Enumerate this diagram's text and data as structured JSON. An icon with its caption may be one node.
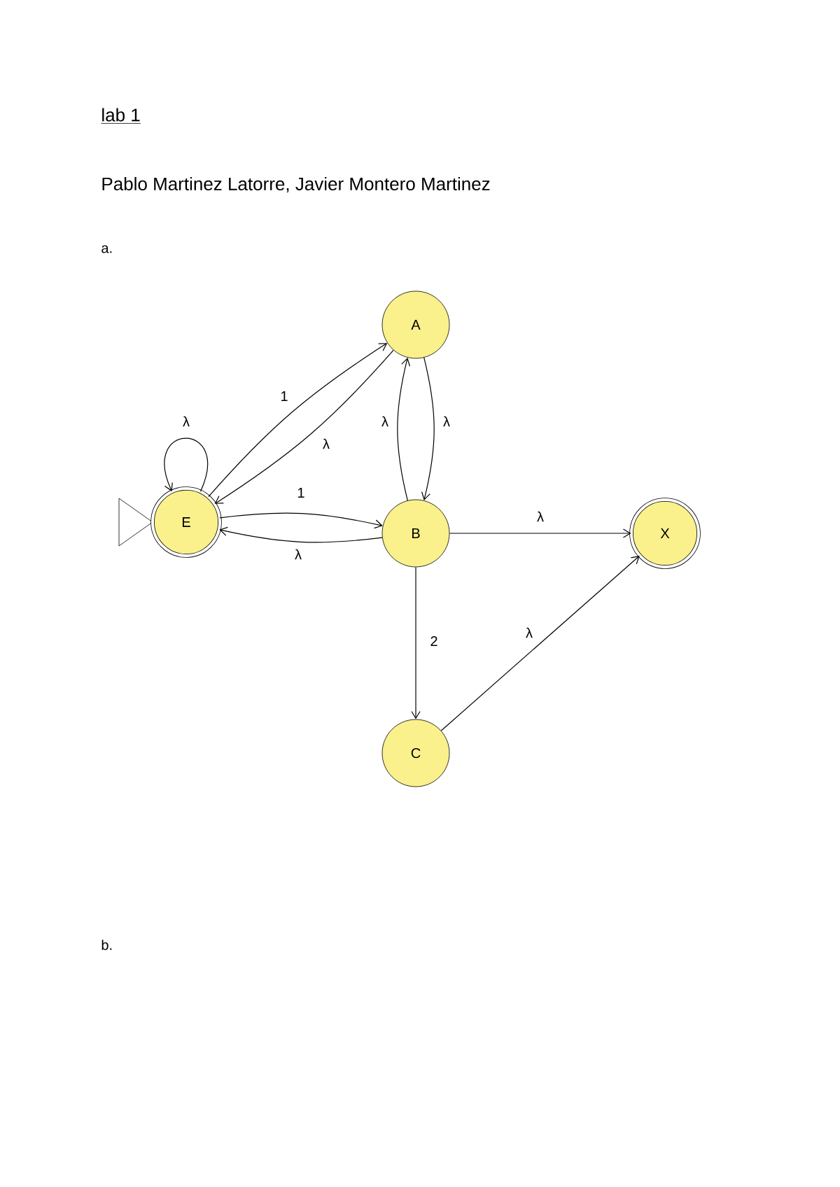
{
  "diagram": {
    "title": "lab 1",
    "nodes": [
      {
        "text": [
          "A"
        ]
      },
      {
        "text": [
          "E"
        ]
      },
      {
        "text": [
          "B"
        ]
      },
      {
        "text": [
          "X"
        ]
      },
      {
        "text": [
          "C"
        ]
      }
    ],
    "edges": [
      {
        "from": 1,
        "to": 0,
        "arrow": "to",
        "label": "1"
      },
      {
        "from": 0,
        "to": 1,
        "arrow": "to",
        "label": "λ"
      },
      {
        "from": 1,
        "to": 1,
        "arrow": "to",
        "label": "λ"
      },
      {
        "from": 1,
        "to": 2,
        "arrow": "to",
        "label": "1"
      },
      {
        "from": 2,
        "to": 1,
        "arrow": "to",
        "label": "λ"
      },
      {
        "from": 0,
        "to": 2,
        "arrow": "to",
        "label": "λ"
      },
      {
        "from": 2,
        "to": 0,
        "arrow": "to",
        "label": "λ"
      },
      {
        "from": 2,
        "to": 3,
        "arrow": "to",
        "label": "λ"
      },
      {
        "from": 2,
        "to": 4,
        "arrow": "to",
        "label": "2"
      },
      {
        "from": 4,
        "to": 3,
        "arrow": "to",
        "label": "λ"
      }
    ],
    "labels": [
      "Pablo Martinez Latorre, Javier Montero Martinez",
      "a.",
      "b."
    ]
  }
}
